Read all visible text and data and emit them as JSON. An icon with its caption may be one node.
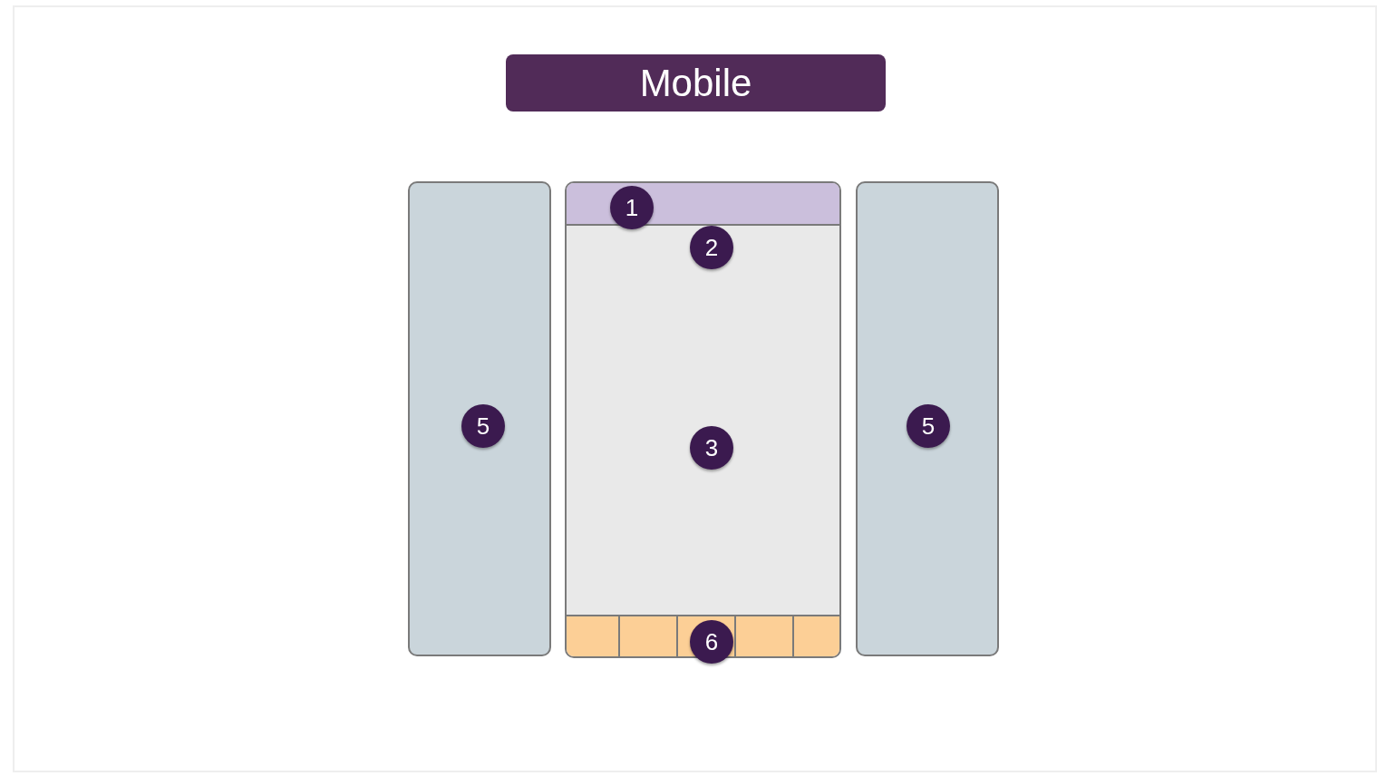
{
  "diagram": {
    "title": "Mobile",
    "nodes": [
      {
        "text": [
          "5"
        ]
      },
      {
        "text": [],
        "shape": "box"
      },
      {
        "text": [
          "1"
        ],
        "in": 1
      },
      {
        "text": [
          "2",
          "3"
        ],
        "in": 1
      },
      {
        "text": [],
        "shape": "box",
        "in": 1
      },
      {
        "text": [],
        "shape": "box",
        "in": 4
      },
      {
        "text": [],
        "shape": "box",
        "in": 4
      },
      {
        "text": [
          "6"
        ],
        "in": 4
      },
      {
        "text": [],
        "shape": "box",
        "in": 4
      },
      {
        "text": [],
        "shape": "box",
        "in": 4
      },
      {
        "text": [
          "5"
        ]
      }
    ]
  }
}
